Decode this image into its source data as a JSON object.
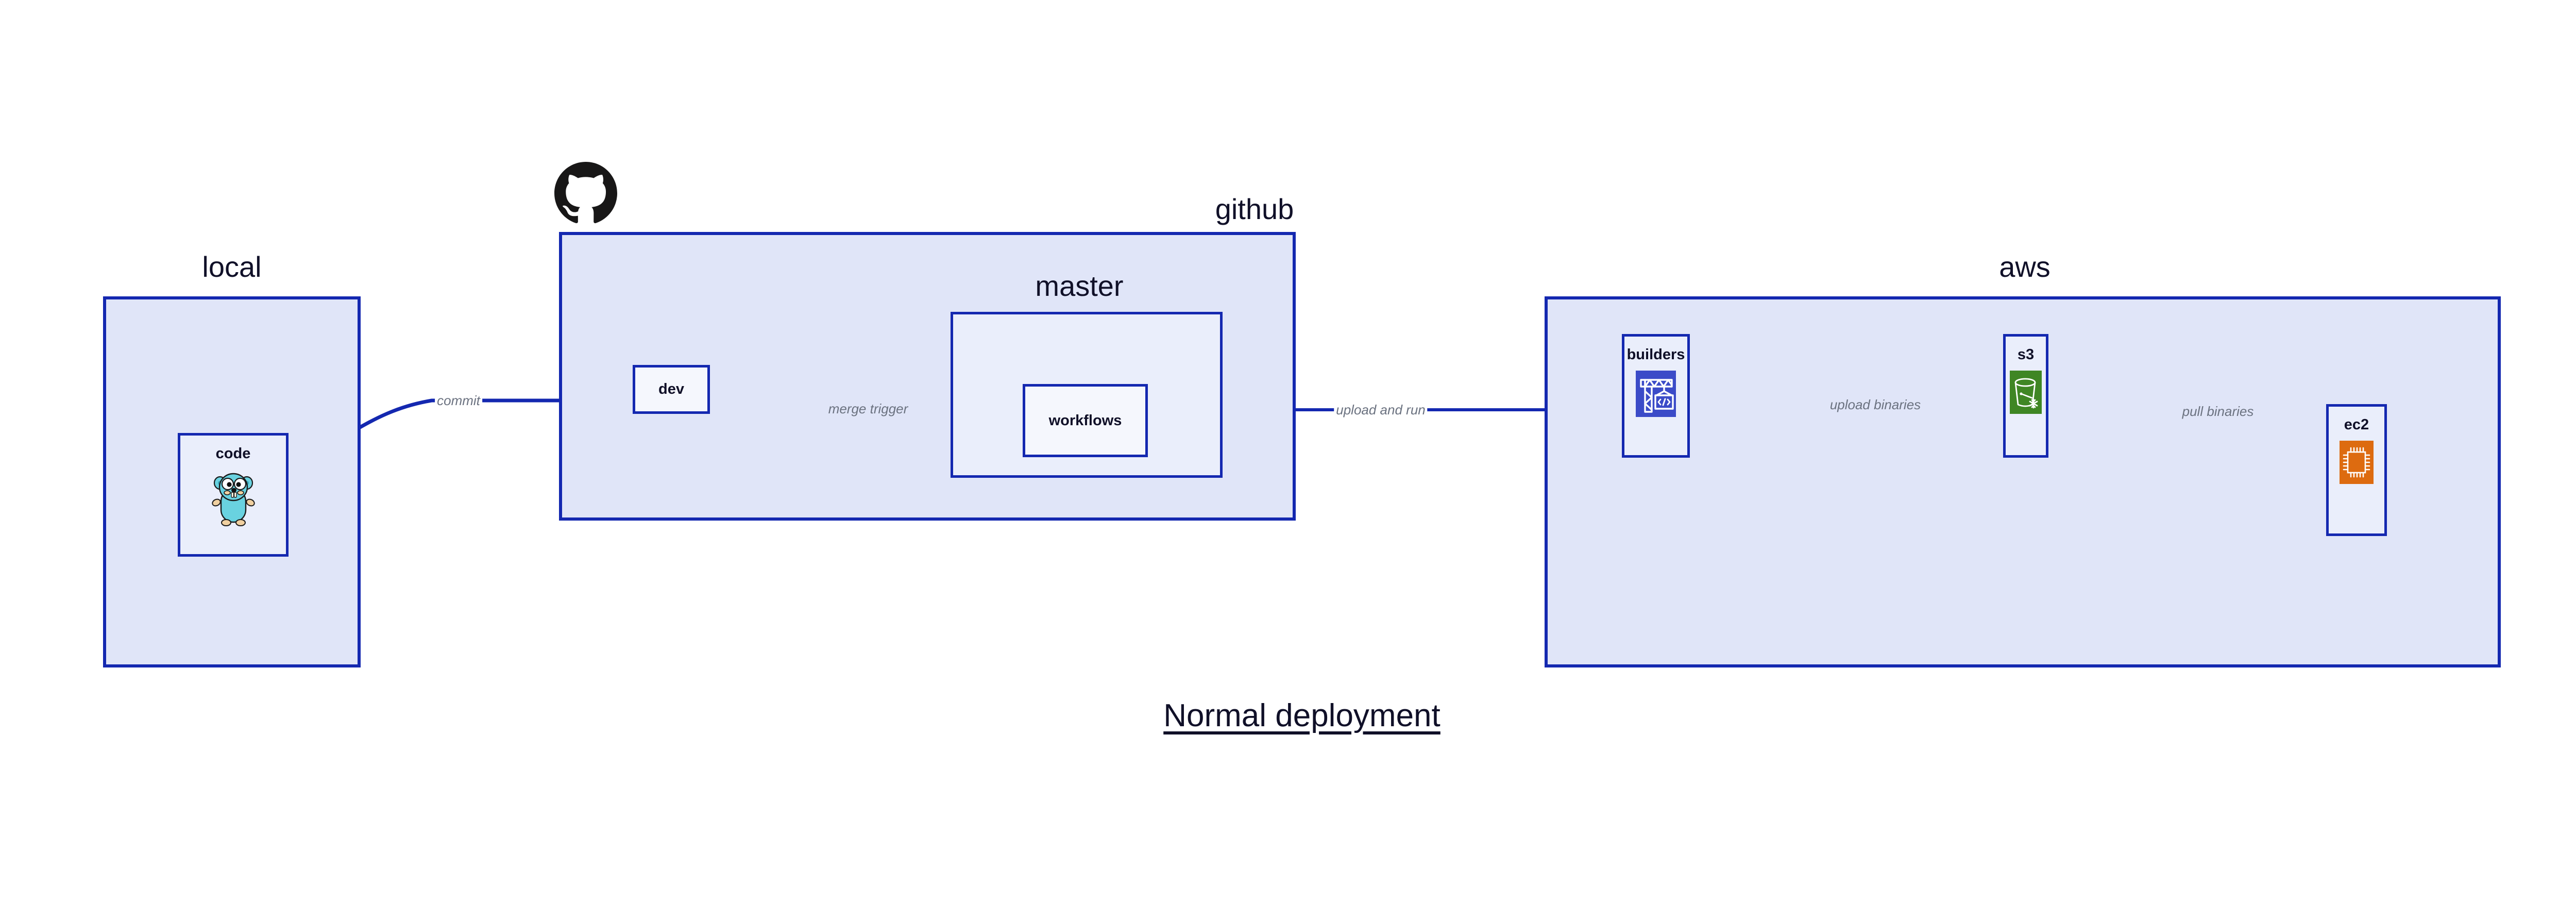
{
  "diagram": {
    "title": "Normal deployment",
    "accent_border": "#1428b0",
    "group_fill": "#e0e5f8",
    "node_fill": "#eaeefb",
    "plain_node_fill": "#f5f7fd",
    "label_color": "#6b7280",
    "text_color": "#101028",
    "background": "#ffffff"
  },
  "groups": [
    {
      "id": "local",
      "label": "local"
    },
    {
      "id": "github",
      "label": "github"
    },
    {
      "id": "aws",
      "label": "aws"
    }
  ],
  "subgroups": [
    {
      "id": "master",
      "label": "master",
      "parent": "github"
    }
  ],
  "nodes": [
    {
      "id": "code",
      "label": "code",
      "icon": "go-gopher-icon",
      "parent": "local"
    },
    {
      "id": "dev",
      "label": "dev",
      "icon": "none",
      "parent": "github"
    },
    {
      "id": "workflows",
      "label": "workflows",
      "icon": "none",
      "parent": "master"
    },
    {
      "id": "builders",
      "label": "builders",
      "icon": "aws-builders-icon",
      "parent": "aws",
      "icon_color": "#3b4bc8"
    },
    {
      "id": "s3",
      "label": "s3",
      "icon": "aws-s3-icon",
      "parent": "aws",
      "icon_color": "#3f8624"
    },
    {
      "id": "ec2",
      "label": "ec2",
      "icon": "aws-ec2-icon",
      "parent": "aws",
      "icon_color": "#dd6b10"
    }
  ],
  "edges": [
    {
      "id": "code-to-dev",
      "from": "code",
      "to": "dev",
      "label": "commit"
    },
    {
      "id": "dev-to-workflows",
      "from": "dev",
      "to": "workflows",
      "label": "merge trigger"
    },
    {
      "id": "workflows-to-builders",
      "from": "workflows",
      "to": "builders",
      "label": "upload and run"
    },
    {
      "id": "builders-to-s3",
      "from": "builders",
      "to": "s3",
      "label": "upload binaries"
    },
    {
      "id": "s3-to-ec2",
      "from": "s3",
      "to": "ec2",
      "label": "pull binaries"
    }
  ],
  "logos": [
    {
      "id": "github-logo",
      "name": "github-octocat-icon",
      "color": "#181717"
    }
  ]
}
